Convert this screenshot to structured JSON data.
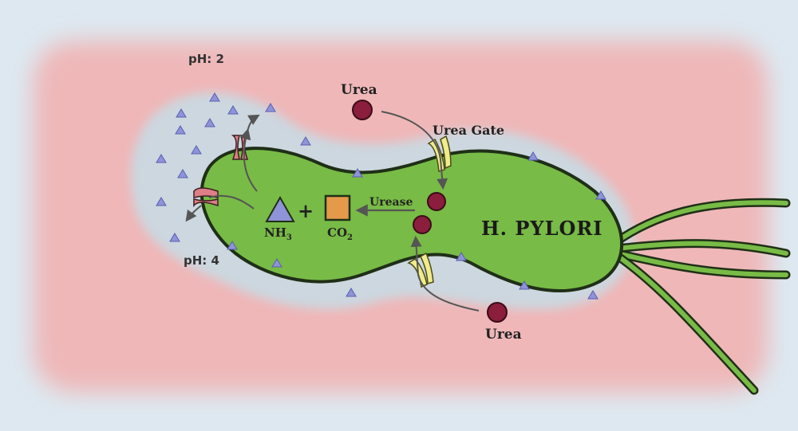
{
  "labels": {
    "ph_acidic": "pH: 2",
    "ph_neutralized": "pH: 4",
    "urea_top": "Urea",
    "urea_bottom": "Urea",
    "urea_gate": "Urea Gate",
    "urease": "Urease",
    "ammonia": "NH",
    "ammonia_sub": "3",
    "carbon_dioxide": "CO",
    "carbon_dioxide_sub": "2",
    "plus": "+",
    "organism": "H. PYLORI"
  },
  "colors": {
    "background": "#dde8f0",
    "stomach_acid": "#efb7b8",
    "neutral_zone": "#ccd7df",
    "bacterium": "#78bb46",
    "outline": "#1f2f17",
    "urea": "#8a1e3c",
    "ammonia_triangle": "#8f93d8",
    "co2_square": "#e49a4a",
    "urea_gate": "#f0ec8c",
    "ammonia_channel": "#dd7f86",
    "arrow": "#555555"
  },
  "icons": [
    "urea-molecule-icon",
    "ammonia-triangle-icon",
    "co2-square-icon",
    "urea-gate-icon",
    "ammonia-channel-icon"
  ]
}
